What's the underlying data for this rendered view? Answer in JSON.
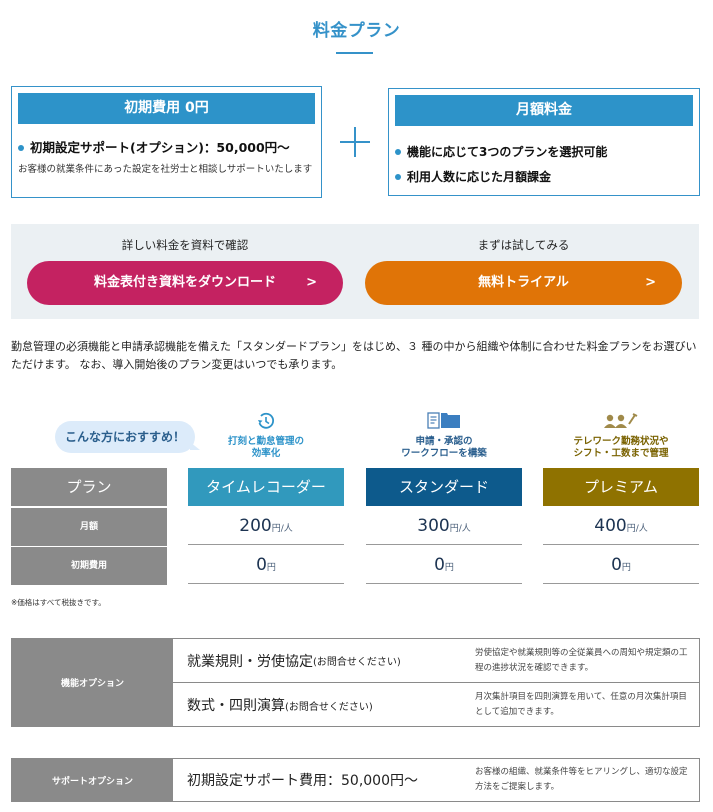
{
  "header": {
    "title": "料金プラン"
  },
  "initial_fee_box": {
    "title": "初期費用 0円",
    "bullet": "初期設定サポート(オプション)：50,000円～",
    "note": "お客様の就業条件にあった設定を社労士と相談しサポートいたします"
  },
  "monthly_fee_box": {
    "title": "月額料金",
    "bullets": [
      "機能に応じて3つのプランを選択可能",
      "利用人数に応じた月額課金"
    ]
  },
  "cta": {
    "download_caption": "詳しい料金を資料で確認",
    "download_label": "料金表付き資料をダウンロード",
    "trial_caption": "まずは試してみる",
    "trial_label": "無料トライアル",
    "arrow": ">",
    "colors": {
      "download": "#c42261",
      "trial": "#e07407"
    }
  },
  "intro": {
    "text": "勤怠管理の必須機能と申請承認機能を備えた「スタンダードプラン」をはじめ、３ 種の中から組織や体制に合わせた料金プランをお選びいただけます。 なお、導入開始後のプラン変更はいつでも承ります。"
  },
  "plans": {
    "recommend_label": "こんな方におすすめ！",
    "row_header": "プラン",
    "row_labels": [
      "月額",
      "初期費用"
    ],
    "columns": [
      {
        "name": "タイムレコーダー",
        "icon": "clock-history-icon",
        "feature": "打刻と勤怠管理の\n効率化",
        "monthly_price": "200",
        "monthly_unit": "円/人",
        "initial_price": "0",
        "initial_unit": "円",
        "color": "#3199bd"
      },
      {
        "name": "スタンダード",
        "icon": "document-folder-icon",
        "feature": "申請・承認の\nワークフローを構築",
        "monthly_price": "300",
        "monthly_unit": "円/人",
        "initial_price": "0",
        "initial_unit": "円",
        "color": "#0d5a8c"
      },
      {
        "name": "プレミアム",
        "icon": "team-tools-icon",
        "feature": "テレワーク勤務状況や\nシフト・工数まで管理",
        "monthly_price": "400",
        "monthly_unit": "円/人",
        "initial_price": "0",
        "initial_unit": "円",
        "color": "#8f7200"
      }
    ],
    "tax_note": "※価格はすべて税抜きです。"
  },
  "function_options": {
    "label": "機能オプション",
    "rows": [
      {
        "name": "就業規則・労使協定",
        "suffix": "(お問合せください)",
        "description": "労使協定や就業規則等の全従業員への周知や規定類の工程の進捗状況を確認できます。"
      },
      {
        "name": "数式・四則演算",
        "suffix": "(お問合せください)",
        "description": "月次集計項目を四則演算を用いて、任意の月次集計項目として追加できます。"
      }
    ]
  },
  "support_options": {
    "label": "サポートオプション",
    "rows": [
      {
        "name": "初期設定サポート費用：50,000円～",
        "description": "お客様の組織、就業条件等をヒアリングし、適切な設定方法をご提案します。"
      }
    ]
  }
}
